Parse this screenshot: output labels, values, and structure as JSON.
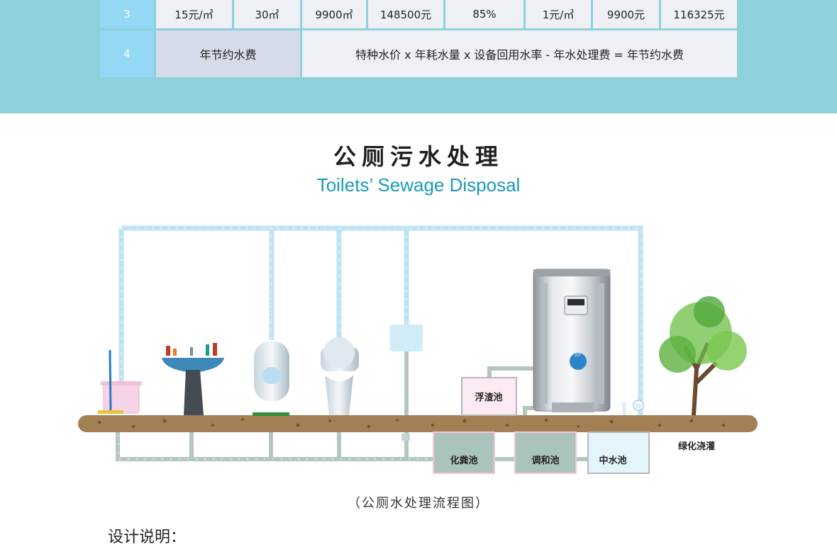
{
  "table": {
    "row3": {
      "no": "3",
      "values": [
        "15元/㎥",
        "30㎥",
        "9900㎥",
        "148500元",
        "85%",
        "1元/㎥",
        "9900元",
        "116325元"
      ]
    },
    "row4": {
      "no": "4",
      "label": "年节约水费",
      "formula": "特种水价 x 年耗水量 x 设备回用水率 - 年水处理费 = 年节约水费"
    }
  },
  "title_cn": "公厕污水处理",
  "title_en": "Toilets’ Sewage Disposal",
  "diagram": {
    "tanks": {
      "scum": "浮渣池",
      "septic": "化粪池",
      "regulating": "调和池",
      "reclaimed": "中水池"
    },
    "greening": "绿化浇灌",
    "meter": "M",
    "unit_badge": "JST"
  },
  "caption": "（公厕水处理流程图）",
  "design_heading": "设计说明："
}
